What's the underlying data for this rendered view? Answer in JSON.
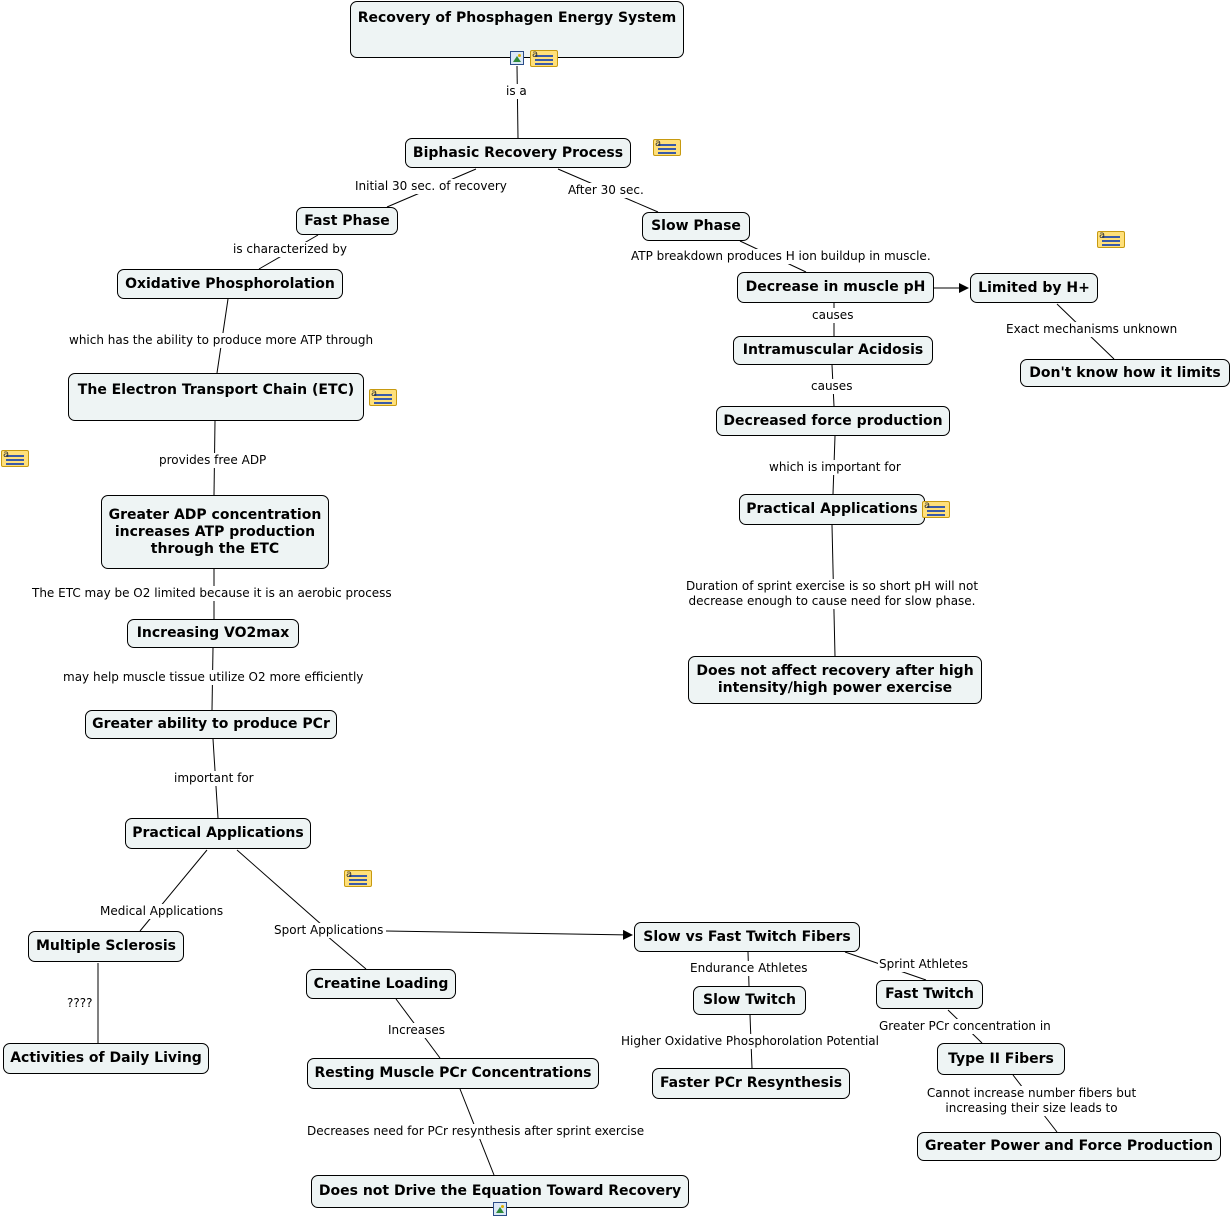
{
  "map": {
    "nodes": {
      "root": "Recovery of Phosphagen Energy System",
      "biphasic": "Biphasic Recovery Process",
      "fast_phase": "Fast Phase",
      "slow_phase": "Slow Phase",
      "oxidative": "Oxidative Phosphorolation",
      "etc": "The Electron Transport Chain (ETC)",
      "greater_adp": "Greater ADP concentration increases ATP production through the ETC",
      "vo2max": "Increasing VO2max",
      "pcr_ability": "Greater ability to produce PCr",
      "practical_left": "Practical Applications",
      "ms": "Multiple Sclerosis",
      "adl": "Activities of Daily Living",
      "creatine": "Creatine Loading",
      "resting_pcr": "Resting Muscle PCr Concentrations",
      "not_drive": "Does not Drive the Equation Toward Recovery",
      "fibers": "Slow vs Fast Twitch Fibers",
      "slow_twitch": "Slow Twitch",
      "fast_twitch": "Fast Twitch",
      "faster_pcr": "Faster PCr Resynthesis",
      "type2": "Type II Fibers",
      "greater_power": "Greater Power and Force Production",
      "ph": "Decrease in muscle pH",
      "limited": "Limited by H+",
      "dont_know": "Don't know how it limits",
      "acidosis": "Intramuscular Acidosis",
      "decreased_force": "Decreased force production",
      "practical_right": "Practical Applications",
      "no_affect": "Does not affect recovery after high intensity/high power exercise"
    },
    "links": {
      "is_a": "is a",
      "initial_30": "Initial 30 sec. of recovery",
      "after_30": "After 30 sec.",
      "characterized": "is characterized by",
      "ability_atp": "which has the ability to produce more ATP through",
      "free_adp": "provides free ADP",
      "o2_limited": "The ETC may be O2 limited because it is an aerobic process",
      "utilize_o2": "may help muscle tissue utilize O2 more efficiently",
      "important_for": "important for",
      "medical": "Medical Applications",
      "question": "????",
      "sport": "Sport Applications",
      "increases": "Increases",
      "decreases_need": "Decreases need for PCr resynthesis after sprint exercise",
      "endurance": "Endurance Athletes",
      "sprint": "Sprint Athletes",
      "higher_ox": "Higher Oxidative Phosphorolation Potential",
      "greater_pcr_in": "Greater PCr concentration in",
      "cannot_increase": "Cannot increase number fibers but increasing their size leads to",
      "atp_breakdown": "ATP breakdown produces H ion buildup in muscle.",
      "causes1": "causes",
      "causes2": "causes",
      "exact_unknown": "Exact mechanisms unknown",
      "which_important": "which is important for",
      "duration_sprint": "Duration of sprint exercise is so short pH will not decrease enough to cause need for slow phase."
    }
  }
}
